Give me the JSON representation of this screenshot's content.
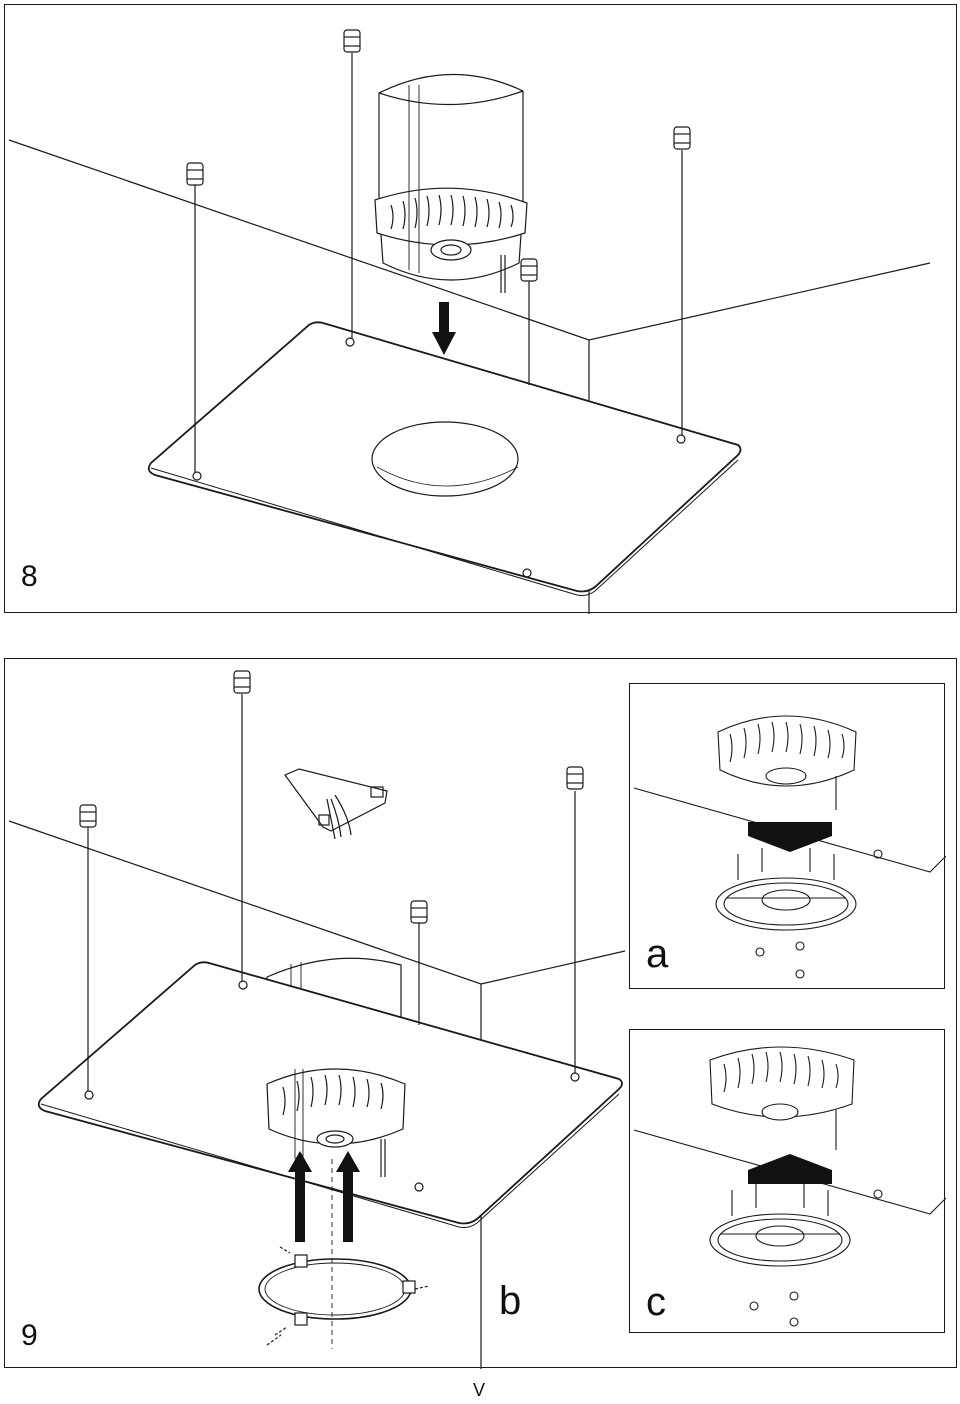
{
  "figures": [
    {
      "number": "8"
    },
    {
      "number": "9",
      "insets": [
        {
          "label": "a"
        },
        {
          "label": "c"
        }
      ],
      "callout": "b"
    }
  ],
  "page_label": "V"
}
